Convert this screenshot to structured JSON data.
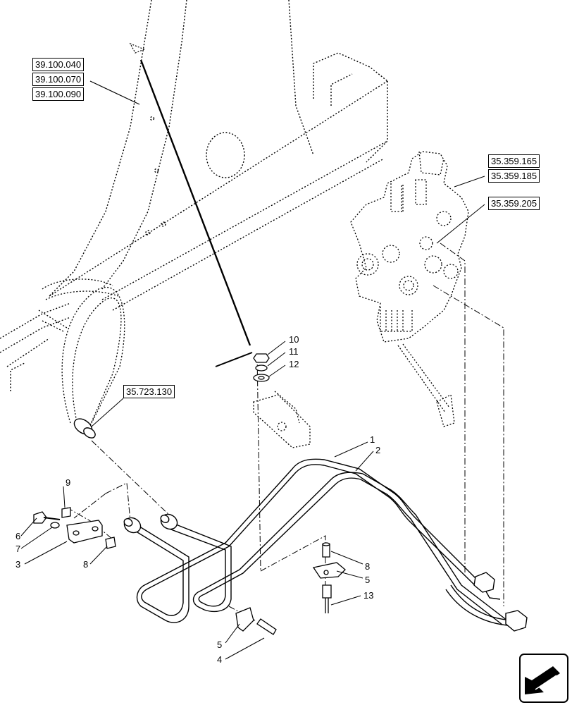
{
  "reference_groups": {
    "frame": [
      "39.100.040",
      "39.100.070",
      "39.100.090"
    ],
    "valve": [
      "35.359.165",
      "35.359.185"
    ],
    "valve_port": "35.359.205",
    "hose": "35.723.130"
  },
  "callouts": {
    "c1": "1",
    "c2": "2",
    "c3": "3",
    "c4": "4",
    "c5a": "5",
    "c5b": "5",
    "c6": "6",
    "c7": "7",
    "c8a": "8",
    "c8b": "8",
    "c9": "9",
    "c10": "10",
    "c11": "11",
    "c12": "12",
    "c13": "13"
  },
  "icons": {
    "nav_arrow": "arrow-back-icon"
  }
}
